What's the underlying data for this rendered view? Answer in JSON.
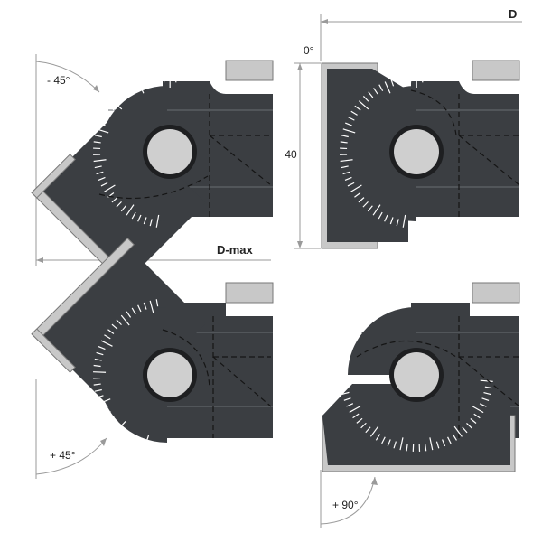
{
  "colors": {
    "body": "#3b3e42",
    "bodyDark": "#2b2d30",
    "blade": "#c8c8c8",
    "bladeEdge": "#8e8e8e",
    "hub": "#cfcfcf",
    "dim": "#9a9a9a",
    "scale": "#ffffff",
    "dash": "#151515"
  },
  "panels": [
    {
      "id": "minus45",
      "label": "- 45°"
    },
    {
      "id": "zero",
      "angle_label": "0°",
      "height_label": "40",
      "width_label": "D"
    },
    {
      "id": "plus45",
      "label": "+ 45°"
    },
    {
      "id": "plus90",
      "label": "+ 90°"
    }
  ],
  "dmax_label": "D-max"
}
